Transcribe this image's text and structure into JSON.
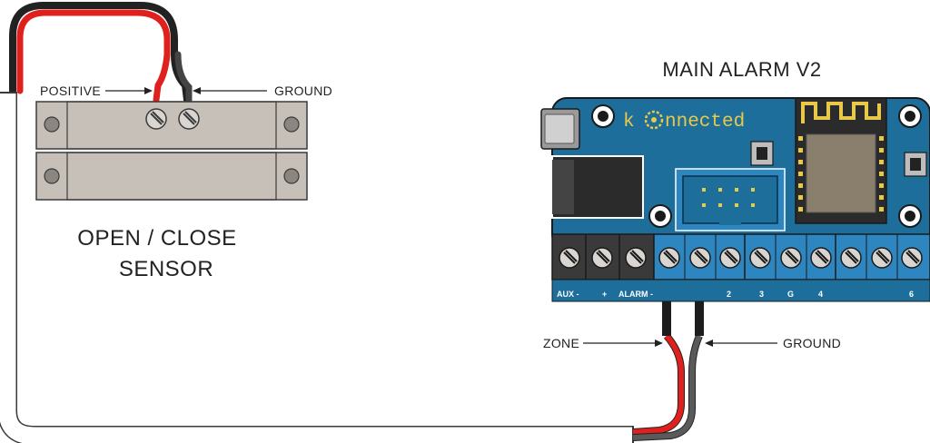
{
  "sensor": {
    "title_line1": "OPEN / CLOSE",
    "title_line2": "SENSOR",
    "positive_label": "POSITIVE",
    "ground_label": "GROUND"
  },
  "board": {
    "title": "MAIN ALARM V2",
    "brand_k": "k",
    "brand_rest": "nnected",
    "pins": [
      "AUX -",
      "+",
      "ALARM -",
      "2",
      "3",
      "G",
      "4",
      "6"
    ]
  },
  "wiring": {
    "zone_label": "ZONE",
    "ground_label": "GROUND"
  },
  "colors": {
    "board_blue": "#1d6e9a",
    "terminal_blue": "#2e86c1",
    "terminal_black": "#3a3a3a",
    "wire_red": "#e0201c",
    "wire_gray": "#5a5a5a",
    "wire_black": "#222222",
    "brand_yellow": "#e9c94a",
    "sensor_gray": "#c6c0b9"
  }
}
